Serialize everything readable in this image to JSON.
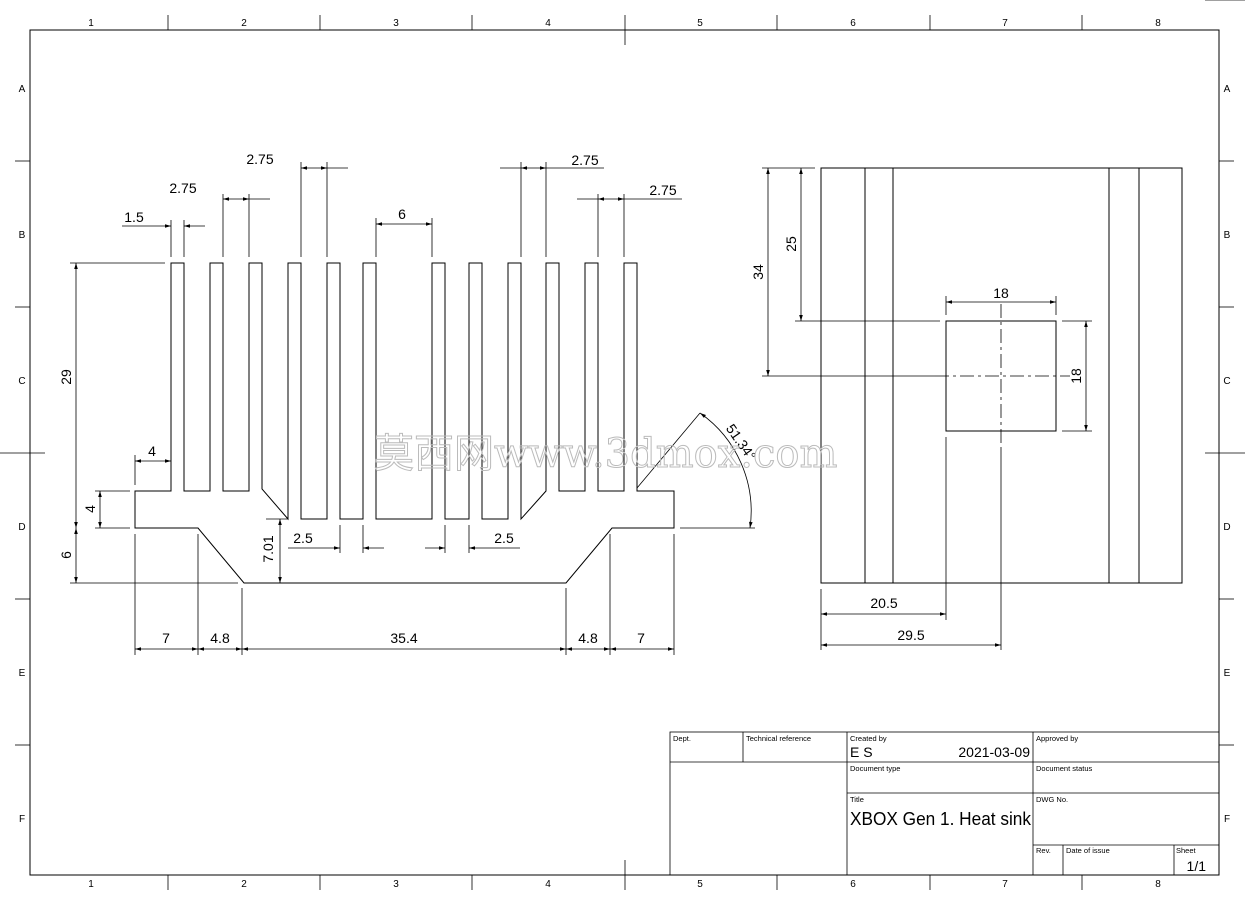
{
  "zones": {
    "columns": [
      "1",
      "2",
      "3",
      "4",
      "5",
      "6",
      "7",
      "8"
    ],
    "rows": [
      "A",
      "B",
      "C",
      "D",
      "E",
      "F"
    ]
  },
  "front_view": {
    "dims": {
      "fin_pitch_1": "1.5",
      "fin_gap_1": "2.75",
      "fin_gap_2": "2.75",
      "center_gap": "6",
      "fin_gap_3": "2.75",
      "fin_gap_4": "2.75",
      "fin_height": "29",
      "ledge_width": "4",
      "ledge_height": "4",
      "base_height": "6",
      "cut_depth": "7.01",
      "slot_left": "2.5",
      "slot_right": "2.5",
      "angle": "51.34°",
      "bottom_1": "7",
      "bottom_2": "4.8",
      "bottom_3": "35.4",
      "bottom_4": "4.8",
      "bottom_5": "7"
    }
  },
  "side_view": {
    "dims": {
      "total_height": "34",
      "hole_offset": "25",
      "square_width": "18",
      "square_height": "18",
      "offset_1": "20.5",
      "offset_2": "29.5"
    }
  },
  "watermark": "莫西网www.3dmox.com",
  "title_block": {
    "dept_label": "Dept.",
    "tech_ref_label": "Technical reference",
    "created_by_label": "Created by",
    "created_by": "E S",
    "date": "2021-03-09",
    "approved_by_label": "Approved by",
    "doc_type_label": "Document type",
    "doc_status_label": "Document status",
    "title_label": "Title",
    "title": "XBOX Gen 1. Heat sink",
    "dwg_no_label": "DWG No.",
    "rev_label": "Rev.",
    "date_of_issue_label": "Date of issue",
    "sheet_label": "Sheet",
    "sheet": "1/1"
  }
}
